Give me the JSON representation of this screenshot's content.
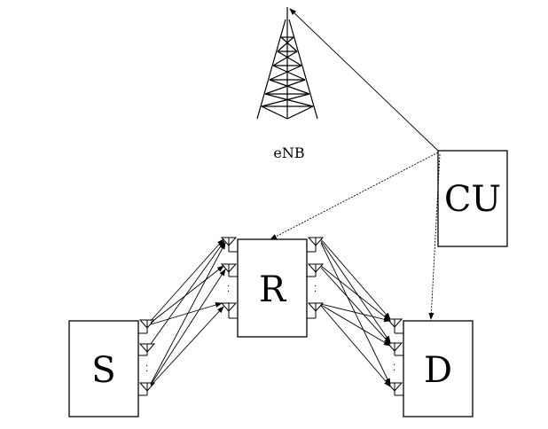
{
  "nodes": {
    "enb_label": "eNB",
    "cu_label": "CU",
    "relay_label": "R",
    "source_label": "S",
    "dest_label": "D"
  },
  "icons": {
    "base_station": "cell-tower-icon",
    "antenna": "antenna-icon"
  },
  "colors": {
    "stroke": "#000000",
    "background": "#ffffff"
  }
}
